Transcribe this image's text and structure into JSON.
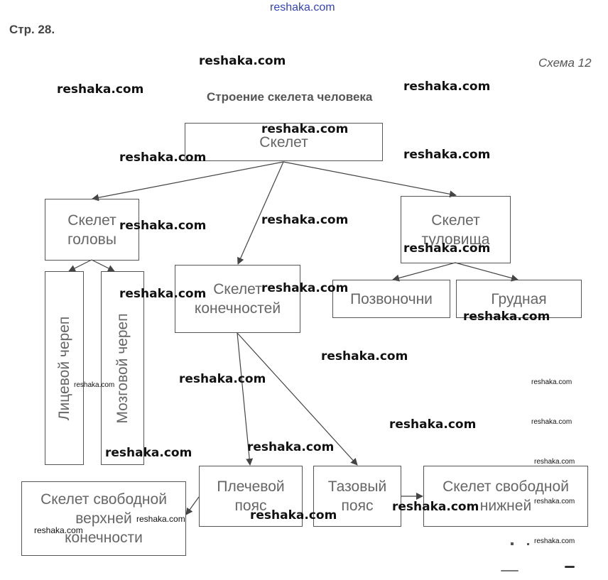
{
  "header": {
    "site_top": "reshaka.com",
    "page_label": "Стр. 28.",
    "scheme_label": "Схема 12",
    "title": "Строение скелета человека"
  },
  "nodes": {
    "root": "Скелет",
    "head": [
      "Скелет",
      "головы"
    ],
    "trunk": [
      "Скелет",
      "туловища"
    ],
    "limbs": [
      "Скелет",
      "конечностей"
    ],
    "facial_skull": "Лицевой череп",
    "brain_skull": "Мозговой череп",
    "spine": "Позвоночни",
    "chest": "Грудная",
    "shoulder_girdle": [
      "Плечевой",
      "пояс"
    ],
    "pelvic_girdle": [
      "Тазовый",
      "пояс"
    ],
    "free_upper": [
      "Скелет свободной",
      "верхней",
      "конечности"
    ],
    "free_lower": [
      "Скелет свободной",
      "нижней"
    ]
  },
  "edges": [
    {
      "from": "root",
      "to": "head"
    },
    {
      "from": "root",
      "to": "limbs"
    },
    {
      "from": "root",
      "to": "trunk"
    },
    {
      "from": "head",
      "to": "facial_skull"
    },
    {
      "from": "head",
      "to": "brain_skull"
    },
    {
      "from": "trunk",
      "to": "spine"
    },
    {
      "from": "trunk",
      "to": "chest"
    },
    {
      "from": "limbs",
      "to": "shoulder_girdle"
    },
    {
      "from": "limbs",
      "to": "pelvic_girdle"
    },
    {
      "from": "shoulder_girdle",
      "to": "free_upper"
    },
    {
      "from": "pelvic_girdle",
      "to": "free_lower"
    }
  ],
  "watermark": "reshaka.com"
}
